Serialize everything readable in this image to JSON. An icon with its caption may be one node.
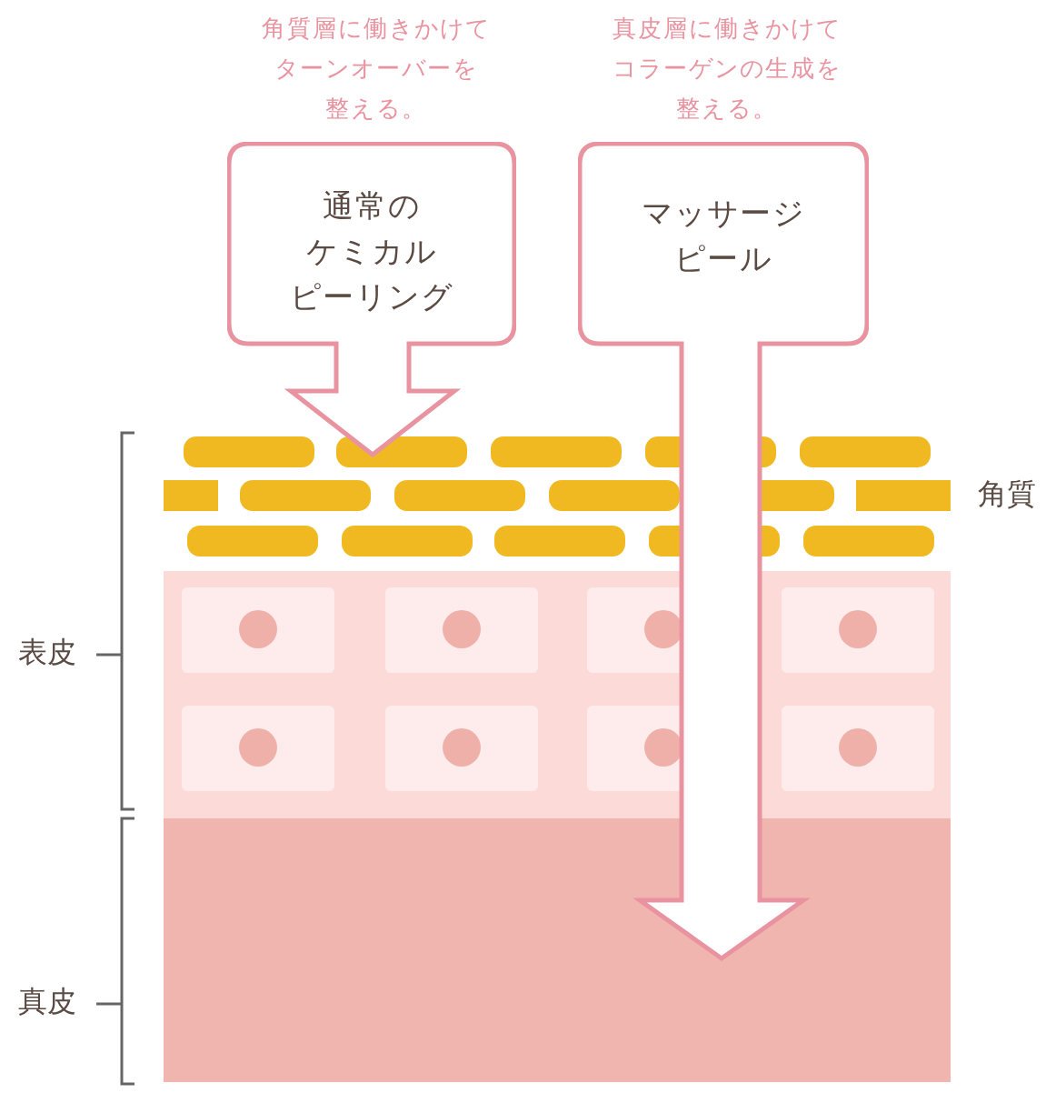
{
  "diagram": {
    "nodes": [
      {
        "text": [
          "通常のケミカルピーリング"
        ],
        "beside": [
          "角質層に働きかけてターンオーバーを整える。"
        ]
      },
      {
        "text": [
          "マッサージピール"
        ],
        "beside": [
          "真皮層に働きかけてコラーゲンの生成を整える。"
        ]
      }
    ],
    "labels": [
      "角質",
      "表皮",
      "真皮"
    ]
  }
}
